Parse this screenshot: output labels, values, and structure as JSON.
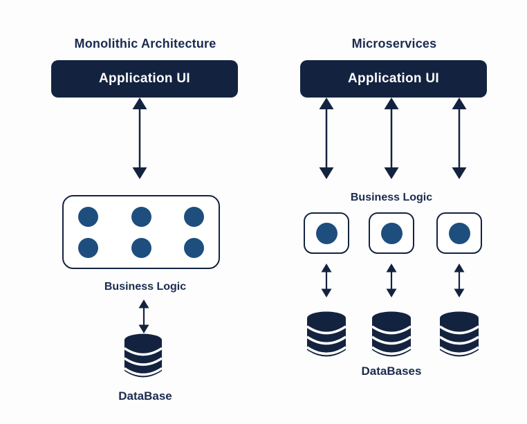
{
  "colors": {
    "navy": "#13233F",
    "dot_blue": "#1D4E7E",
    "heading_text": "#1A2B4F",
    "background": "#FDFDFD",
    "box_text": "#FFFFFF"
  },
  "monolith": {
    "title": "Monolithic Architecture",
    "app_ui_label": "Application UI",
    "business_logic_label": "Business Logic",
    "database_label": "DataBase",
    "instance_count": 6,
    "database_count": 1
  },
  "microservices": {
    "title": "Microservices",
    "app_ui_label": "Application UI",
    "business_logic_label": "Business Logic",
    "databases_label": "DataBases",
    "service_count": 3,
    "database_count": 3
  }
}
